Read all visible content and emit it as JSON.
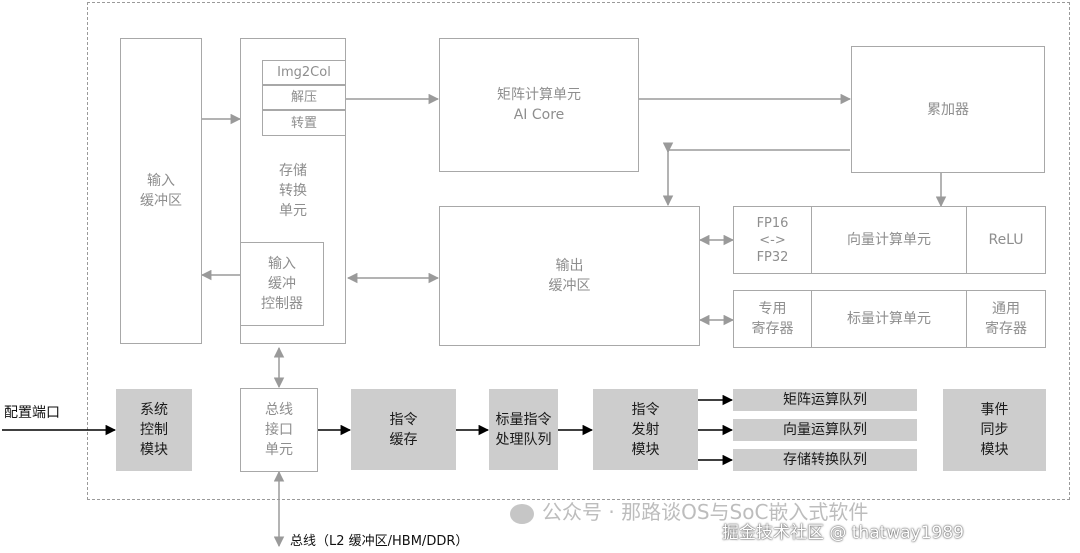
{
  "diagram": {
    "input_buffer": "输入\n缓冲区",
    "storage_unit": "存储\n转换\n单元",
    "img2col": "Img2Col",
    "decompress": "解压",
    "transpose": "转置",
    "input_buffer_controller": "输入\n缓冲\n控制器",
    "matrix_unit": "矩阵计算单元\nAI Core",
    "accumulator": "累加器",
    "output_buffer": "输出\n缓冲区",
    "fp_convert": "FP16\n<->\nFP32",
    "vector_unit": "向量计算单元",
    "relu": "ReLU",
    "special_register": "专用\n寄存器",
    "scalar_unit": "标量计算单元",
    "general_register": "通用\n寄存器",
    "config_port": "配置端口",
    "system_control": "系统\n控制\n模块",
    "bus_interface": "总线\n接口\n单元",
    "instruction_cache": "指令\n缓存",
    "scalar_instruction_queue": "标量指令\n处理队列",
    "instruction_dispatch": "指令\n发射\n模块",
    "matrix_queue": "矩阵运算队列",
    "vector_queue": "向量运算队列",
    "storage_queue": "存储转换队列",
    "event_sync": "事件\n同步\n模块",
    "bus_label": "总线（L2 缓冲区/HBM/DDR）"
  },
  "watermark": {
    "line1": "公众号 · 那路谈OS与SoC嵌入式软件",
    "line2": "掘金技术社区 @ thatway1989"
  },
  "colors": {
    "border": "#a8a8a8",
    "dark_fill": "#cdcdcd",
    "muted_text": "#8e8e8e",
    "arrow": "#9a9a9a",
    "arrow_dark": "#000000"
  }
}
